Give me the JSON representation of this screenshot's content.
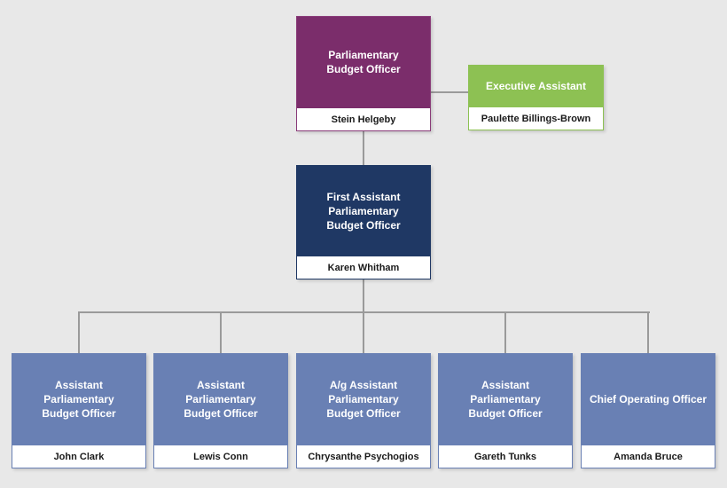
{
  "chart": {
    "type": "org-chart",
    "background_color": "#e8e8e8",
    "connector_color": "#9a9a9a"
  },
  "nodes": {
    "pbo": {
      "title": "Parliamentary\nBudget Officer",
      "name": "Stein Helgeby",
      "color": "#7B2D6B"
    },
    "executive_assistant": {
      "title": "Executive Assistant",
      "name": "Paulette Billings-Brown",
      "color": "#8DC153"
    },
    "first_assistant": {
      "title": "First Assistant\nParliamentary\nBudget Officer",
      "name": "Karen Whitham",
      "color": "#1F3864"
    },
    "units": [
      {
        "title": "Assistant\nParliamentary\nBudget Officer",
        "name": "John Clark",
        "color": "#6980B4"
      },
      {
        "title": "Assistant\nParliamentary\nBudget Officer",
        "name": "Lewis Conn",
        "color": "#6980B4"
      },
      {
        "title": "A/g Assistant\nParliamentary\nBudget Officer",
        "name": "Chrysanthe Psychogios",
        "color": "#6980B4"
      },
      {
        "title": "Assistant\nParliamentary\nBudget Officer",
        "name": "Gareth Tunks",
        "color": "#6980B4"
      },
      {
        "title": "Chief Operating Officer",
        "name": "Amanda Bruce",
        "color": "#6980B4"
      }
    ]
  }
}
